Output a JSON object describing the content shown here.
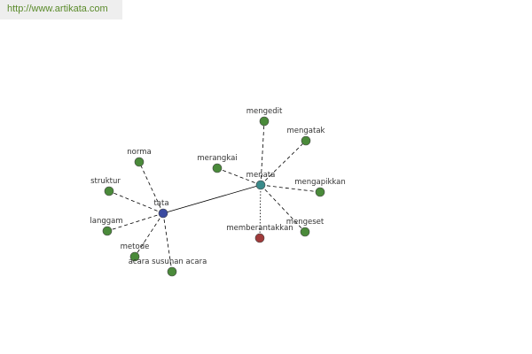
{
  "site": {
    "url_text": "http://www.artikata.com"
  },
  "colors": {
    "edge": "#000000",
    "node_stroke": "#444444",
    "root_fill": "#3a4aa0",
    "hub_fill": "#3a8a8a",
    "leaf_fill": "#4a8a3a",
    "antonym_fill": "#a03a3a"
  },
  "graph": {
    "nodes": [
      {
        "id": "tata",
        "label": "tata",
        "kind": "root"
      },
      {
        "id": "menata",
        "label": "menata",
        "kind": "hub"
      },
      {
        "id": "norma",
        "label": "norma",
        "kind": "leaf"
      },
      {
        "id": "struktur",
        "label": "struktur",
        "kind": "leaf"
      },
      {
        "id": "langgam",
        "label": "langgam",
        "kind": "leaf"
      },
      {
        "id": "metode",
        "label": "metode",
        "kind": "leaf"
      },
      {
        "id": "acara",
        "label": "acara susunan acara",
        "kind": "leaf"
      },
      {
        "id": "mengedit",
        "label": "mengedit",
        "kind": "leaf"
      },
      {
        "id": "mengatak",
        "label": "mengatak",
        "kind": "leaf"
      },
      {
        "id": "merangkai",
        "label": "merangkai",
        "kind": "leaf"
      },
      {
        "id": "mengapikkan",
        "label": "mengapikkan",
        "kind": "leaf"
      },
      {
        "id": "mengeset",
        "label": "mengeset",
        "kind": "leaf"
      },
      {
        "id": "memberantakkan",
        "label": "memberantakkan",
        "kind": "antonym"
      }
    ],
    "edges": [
      {
        "from": "tata",
        "to": "menata",
        "style": "solid"
      },
      {
        "from": "tata",
        "to": "norma",
        "style": "dashed"
      },
      {
        "from": "tata",
        "to": "struktur",
        "style": "dashed"
      },
      {
        "from": "tata",
        "to": "langgam",
        "style": "dashed"
      },
      {
        "from": "tata",
        "to": "metode",
        "style": "dashed"
      },
      {
        "from": "tata",
        "to": "acara",
        "style": "dashed"
      },
      {
        "from": "menata",
        "to": "mengedit",
        "style": "dashed"
      },
      {
        "from": "menata",
        "to": "mengatak",
        "style": "dashed"
      },
      {
        "from": "menata",
        "to": "merangkai",
        "style": "dashed"
      },
      {
        "from": "menata",
        "to": "mengapikkan",
        "style": "dashed"
      },
      {
        "from": "menata",
        "to": "mengeset",
        "style": "dashed"
      },
      {
        "from": "menata",
        "to": "memberantakkan",
        "style": "dotted"
      }
    ]
  }
}
